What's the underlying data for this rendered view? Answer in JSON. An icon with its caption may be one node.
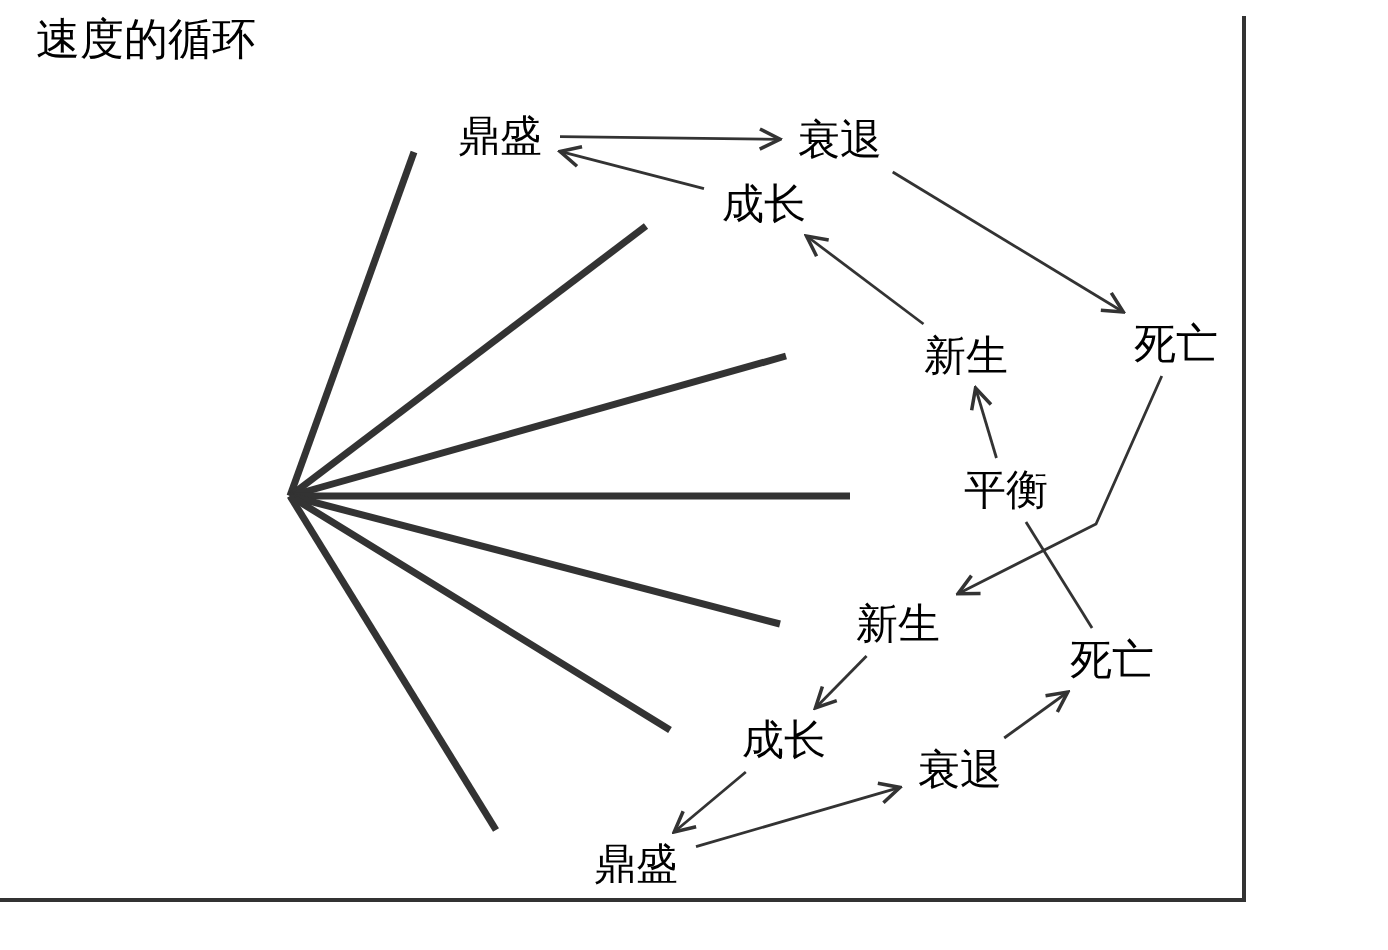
{
  "diagram": {
    "title": "速度的循环",
    "nodes": [
      {
        "text": [
          "鼎盛"
        ]
      },
      {
        "text": [
          "衰退"
        ]
      },
      {
        "text": [
          "成长"
        ]
      },
      {
        "text": [
          "新生"
        ]
      },
      {
        "text": [
          "死亡"
        ]
      },
      {
        "text": [
          "平衡"
        ]
      },
      {
        "text": [
          "新生"
        ]
      },
      {
        "text": [
          "死亡"
        ]
      },
      {
        "text": [
          "成长"
        ]
      },
      {
        "text": [
          "衰退"
        ]
      },
      {
        "text": [
          "鼎盛"
        ]
      }
    ],
    "edges": [
      {
        "from": 0,
        "to": 1,
        "arrow": "to"
      },
      {
        "from": 1,
        "to": 4,
        "arrow": "to"
      },
      {
        "from": 2,
        "to": 0,
        "arrow": "to"
      },
      {
        "from": 3,
        "to": 2,
        "arrow": "to"
      },
      {
        "from": 5,
        "to": 3,
        "arrow": "to"
      },
      {
        "from": 4,
        "to": 6,
        "arrow": "to"
      },
      {
        "from": 5,
        "to": 7,
        "arrow": "none"
      },
      {
        "from": 6,
        "to": 8,
        "arrow": "to"
      },
      {
        "from": 8,
        "to": 10,
        "arrow": "to"
      },
      {
        "from": 10,
        "to": 9,
        "arrow": "to"
      },
      {
        "from": 9,
        "to": 7,
        "arrow": "to"
      }
    ]
  }
}
